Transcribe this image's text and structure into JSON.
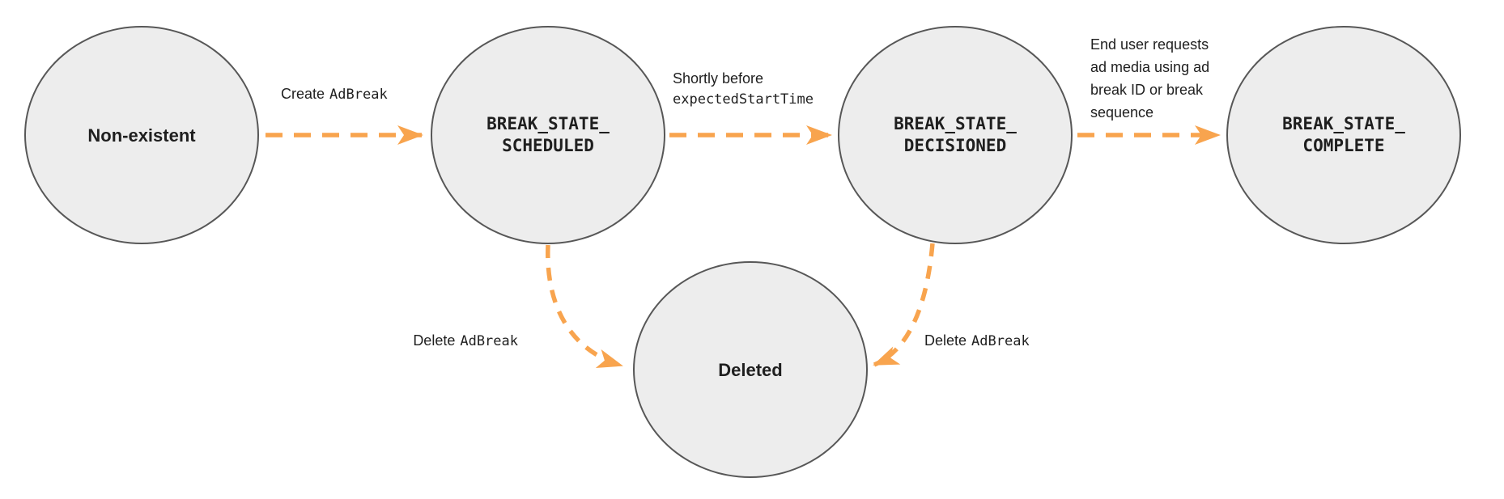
{
  "diagram": {
    "type": "state-transition-diagram",
    "colors": {
      "accent": "#F8A44E",
      "node_fill": "#EDEDED",
      "node_border": "#575757",
      "text": "#1F1F1F",
      "background": "#FFFFFF"
    },
    "states": [
      {
        "name": "Non-existent",
        "kind": "plain"
      },
      {
        "name": "BREAK_STATE_\nSCHEDULED",
        "kind": "code"
      },
      {
        "name": "BREAK_STATE_\nDECISIONED",
        "kind": "code"
      },
      {
        "name": "BREAK_STATE_\nCOMPLETE",
        "kind": "code"
      },
      {
        "name": "Deleted",
        "kind": "plain"
      }
    ],
    "transitions": [
      {
        "from": "Non-existent",
        "to": "BREAK_STATE_SCHEDULED",
        "label_plain": "Create",
        "label_code": "AdBreak"
      },
      {
        "from": "BREAK_STATE_SCHEDULED",
        "to": "BREAK_STATE_DECISIONED",
        "label_plain": "Shortly before",
        "label_code": "expectedStartTime"
      },
      {
        "from": "BREAK_STATE_DECISIONED",
        "to": "BREAK_STATE_COMPLETE",
        "label_plain": "End user requests\nad media using ad\nbreak ID or break\nsequence",
        "label_code": ""
      },
      {
        "from": "BREAK_STATE_SCHEDULED",
        "to": "Deleted",
        "label_plain": "Delete",
        "label_code": "AdBreak"
      },
      {
        "from": "BREAK_STATE_DECISIONED",
        "to": "Deleted",
        "label_plain": "Delete",
        "label_code": "AdBreak"
      }
    ]
  }
}
